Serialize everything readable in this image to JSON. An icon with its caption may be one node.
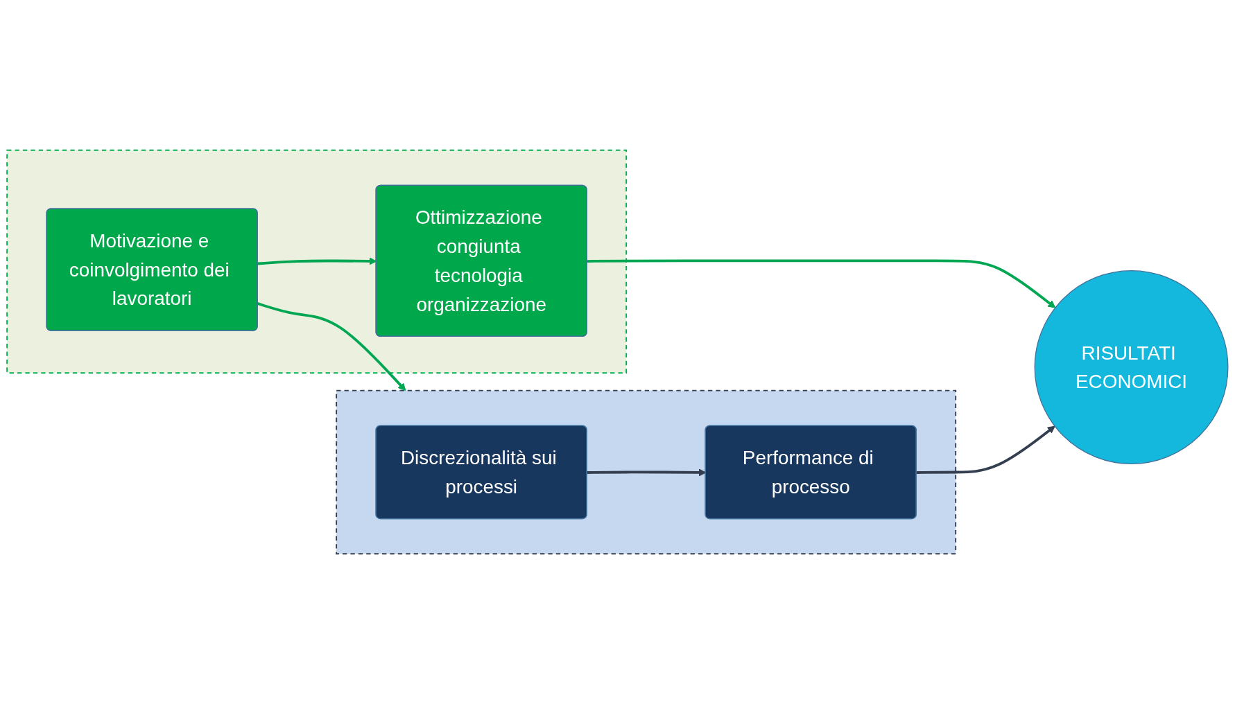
{
  "diagram": {
    "nodes": [
      {
        "text": [],
        "shape": "box"
      },
      {
        "text": [
          "Ottimizzazione congiunta tecnologia organizzazione"
        ],
        "in": 0
      },
      {
        "text": [
          "RISULTATI ECONOMICI"
        ]
      },
      {
        "text": [
          "Motivazione e coinvolgimento dei lavoratori"
        ],
        "in": 0
      },
      {
        "text": [],
        "shape": "box"
      },
      {
        "text": [
          "Discrezionalità sui processi"
        ],
        "in": 4
      },
      {
        "text": [
          "Performance di processo"
        ],
        "in": 4
      }
    ],
    "edges": [
      {
        "from": 3,
        "to": 1,
        "arrow": "to"
      },
      {
        "from": 1,
        "to": 2,
        "arrow": "to"
      },
      {
        "from": 3,
        "to": 4,
        "arrow": "to"
      },
      {
        "from": 5,
        "to": 6,
        "arrow": "to",
        "color": "#333f50"
      },
      {
        "from": 6,
        "to": 2,
        "arrow": "to",
        "color": "#333f50"
      }
    ]
  }
}
